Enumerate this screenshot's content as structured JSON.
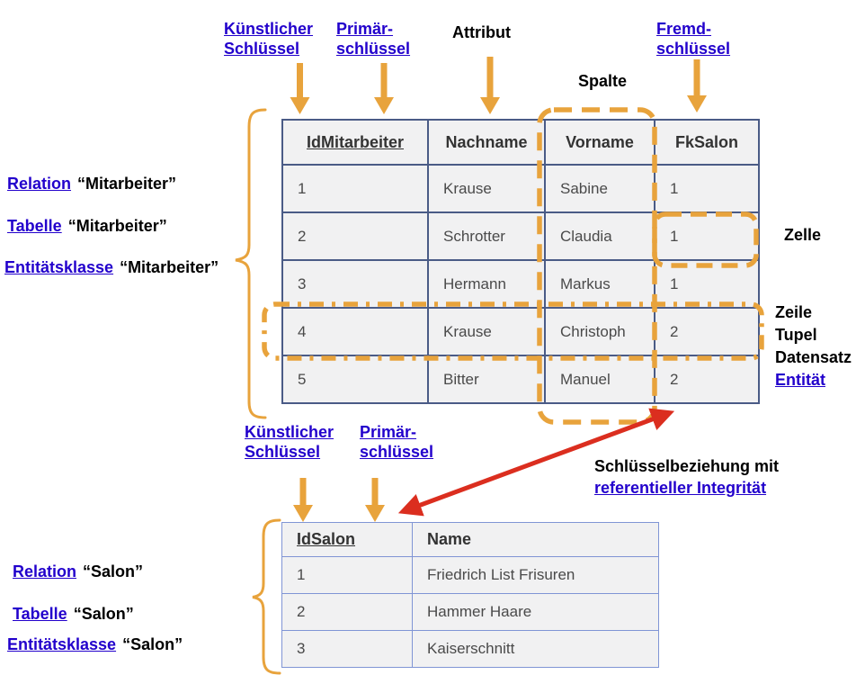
{
  "palette": {
    "orange": "#E8A33C",
    "red": "#DB2E1F",
    "link_blue": "#2200CC",
    "mitarbeiter_border": "#4A5B86",
    "salon_border": "#8095D5",
    "cell_background": "#F1F1F2"
  },
  "top": {
    "kuenstlicher": {
      "line1": "Künstlicher",
      "line2": "Schlüssel"
    },
    "primaer": {
      "line1": "Primär-",
      "line2": "schlüssel"
    },
    "attribut": "Attribut",
    "spalte": "Spalte",
    "fremd": {
      "line1": "Fremd-",
      "line2": "schlüssel"
    }
  },
  "mid": {
    "kuenstlicher": {
      "line1": "Künstlicher",
      "line2": "Schlüssel"
    },
    "primaer": {
      "line1": "Primär-",
      "line2": "schlüssel"
    }
  },
  "annotations": {
    "zelle": "Zelle",
    "zeile": "Zeile",
    "tupel": "Tupel",
    "datensatz": "Datensatz",
    "entitaet": "Entität",
    "beziehung_line1": "Schlüsselbeziehung mit",
    "beziehung_line2": "referentieller Integrität"
  },
  "mitarbeiter": {
    "labels": [
      {
        "term": "Relation",
        "name": "“Mitarbeiter”"
      },
      {
        "term": "Tabelle",
        "name": "“Mitarbeiter”"
      },
      {
        "term": "Entitätsklasse",
        "name": "“Mitarbeiter”"
      }
    ],
    "headers": [
      "IdMitarbeiter",
      "Nachname",
      "Vorname",
      "FkSalon"
    ],
    "rows": [
      [
        "1",
        "Krause",
        "Sabine",
        "1"
      ],
      [
        "2",
        "Schrotter",
        "Claudia",
        "1"
      ],
      [
        "3",
        "Hermann",
        "Markus",
        "1"
      ],
      [
        "4",
        "Krause",
        "Christoph",
        "2"
      ],
      [
        "5",
        "Bitter",
        "Manuel",
        "2"
      ]
    ]
  },
  "salon": {
    "labels": [
      {
        "term": "Relation",
        "name": "“Salon”"
      },
      {
        "term": "Tabelle",
        "name": "“Salon”"
      },
      {
        "term": "Entitätsklasse",
        "name": "“Salon”"
      }
    ],
    "headers": [
      "IdSalon",
      "Name"
    ],
    "rows": [
      [
        "1",
        "Friedrich List Frisuren"
      ],
      [
        "2",
        "Hammer Haare"
      ],
      [
        "3",
        "Kaiserschnitt"
      ]
    ]
  }
}
